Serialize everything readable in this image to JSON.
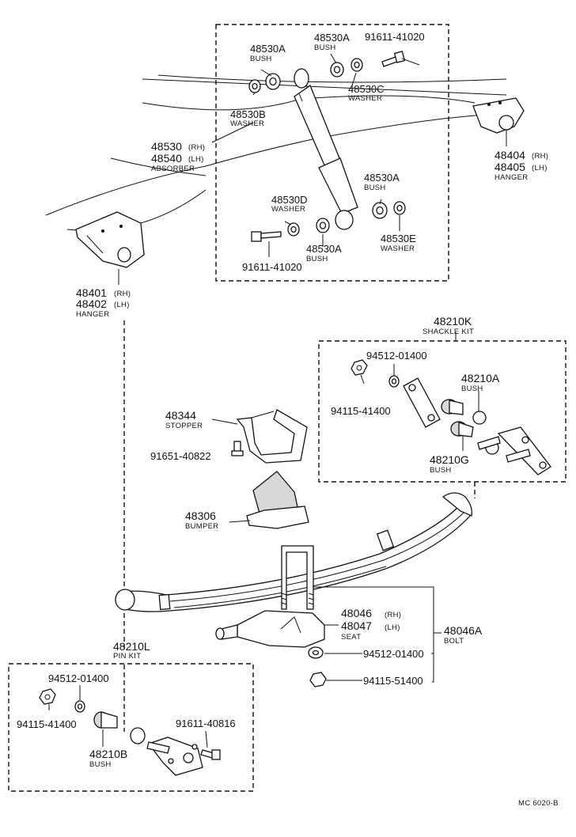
{
  "diagram_code": "MC 6020-B",
  "absorber_group": {
    "bush_top_left": {
      "part": "48530A",
      "name": "BUSH"
    },
    "bush_top_mid": {
      "part": "48530A",
      "name": "BUSH"
    },
    "bolt_top": {
      "part": "91611-41020"
    },
    "washer_c": {
      "part": "48530C",
      "name": "WASHER"
    },
    "washer_b": {
      "part": "48530B",
      "name": "WASHER"
    },
    "washer_d": {
      "part": "48530D",
      "name": "WASHER"
    },
    "bush_low_right": {
      "part": "48530A",
      "name": "BUSH"
    },
    "washer_e": {
      "part": "48530E",
      "name": "WASHER"
    },
    "bush_low_mid": {
      "part": "48530A",
      "name": "BUSH"
    },
    "bolt_low": {
      "part": "91611-41020"
    }
  },
  "absorber": {
    "part_rh": "48530",
    "suffix_rh": "(RH)",
    "part_lh": "48540",
    "suffix_lh": "(LH)",
    "name": "ABSORBER"
  },
  "hanger_rear": {
    "part_rh": "48404",
    "suffix_rh": "(RH)",
    "part_lh": "48405",
    "suffix_lh": "(LH)",
    "name": "HANGER"
  },
  "hanger_front": {
    "part_rh": "48401",
    "suffix_rh": "(RH)",
    "part_lh": "48402",
    "suffix_lh": "(LH)",
    "name": "HANGER"
  },
  "shackle_kit": {
    "part": "48210K",
    "name": "SHACKLE KIT",
    "washer": {
      "part": "94512-01400"
    },
    "nut": {
      "part": "94115-41400"
    },
    "bush_a": {
      "part": "48210A",
      "name": "BUSH"
    },
    "bush_g": {
      "part": "48210G",
      "name": "BUSH"
    }
  },
  "stopper": {
    "part": "48344",
    "name": "STOPPER"
  },
  "stopper_bolt": {
    "part": "91651-40822"
  },
  "bumper": {
    "part": "48306",
    "name": "BUMPER"
  },
  "seat": {
    "part_rh": "48046",
    "suffix_rh": "(RH)",
    "part_lh": "48047",
    "suffix_lh": "(LH)",
    "name": "SEAT"
  },
  "u_bolt": {
    "part": "48046A",
    "name": "BOLT"
  },
  "seat_washer": {
    "part": "94512-01400"
  },
  "seat_nut": {
    "part": "94115-51400"
  },
  "pin_kit": {
    "part": "48210L",
    "name": "PIN KIT",
    "washer": {
      "part": "94512-01400"
    },
    "nut": {
      "part": "94115-41400"
    },
    "bolt": {
      "part": "91611-40816"
    },
    "bush_b": {
      "part": "48210B",
      "name": "BUSH"
    }
  }
}
